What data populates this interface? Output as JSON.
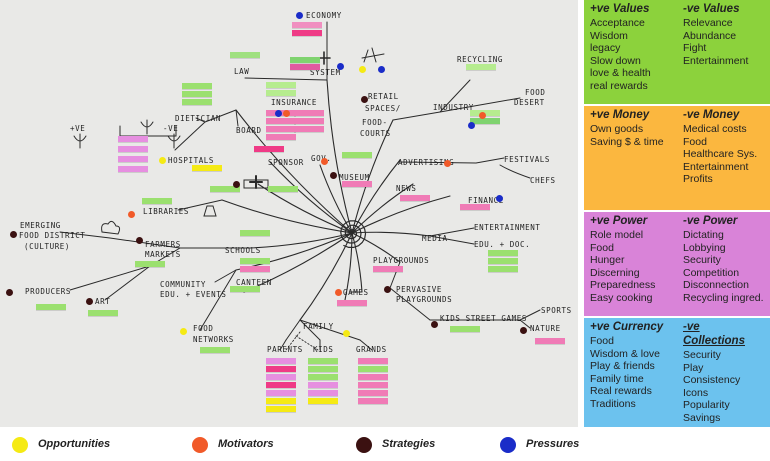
{
  "board": {
    "center_label": "",
    "labels": [
      {
        "id": "economy",
        "text": "ECONOMY"
      },
      {
        "id": "system",
        "text": "SYSTEM"
      },
      {
        "id": "law",
        "text": "LAW"
      },
      {
        "id": "insurance",
        "text": "INSURANCE"
      },
      {
        "id": "retail",
        "text": "RETAIL"
      },
      {
        "id": "spaces",
        "text": "SPACES/"
      },
      {
        "id": "foodcourts1",
        "text": "FOOD-"
      },
      {
        "id": "foodcourts2",
        "text": "COURTS"
      },
      {
        "id": "recycling",
        "text": "RECYCLING"
      },
      {
        "id": "industry",
        "text": "INDUSTRY"
      },
      {
        "id": "fooddesert1",
        "text": "FOOD"
      },
      {
        "id": "fooddesert2",
        "text": "DESERT"
      },
      {
        "id": "dietician",
        "text": "DIETICIAN"
      },
      {
        "id": "board",
        "text": "BOARD"
      },
      {
        "id": "hospitals",
        "text": "HOSPITALS"
      },
      {
        "id": "sponsor",
        "text": "SPONSOR"
      },
      {
        "id": "gov",
        "text": "GOV."
      },
      {
        "id": "museum",
        "text": "MUSEUM"
      },
      {
        "id": "advertising",
        "text": "ADVERTISING"
      },
      {
        "id": "festivals",
        "text": "FESTIVALS"
      },
      {
        "id": "chefs",
        "text": "CHEFS"
      },
      {
        "id": "news",
        "text": "NEWS"
      },
      {
        "id": "finance",
        "text": "FINANCE"
      },
      {
        "id": "libraries",
        "text": "LIBRARIES"
      },
      {
        "id": "emerging1",
        "text": "EMERGING"
      },
      {
        "id": "emerging2",
        "text": "FOOD DISTRICT"
      },
      {
        "id": "emerging3",
        "text": "(CULTURE)"
      },
      {
        "id": "farmers1",
        "text": "FARMERS"
      },
      {
        "id": "farmers2",
        "text": "MARKETS"
      },
      {
        "id": "schools",
        "text": "SCHOOLS"
      },
      {
        "id": "media",
        "text": "MEDIA"
      },
      {
        "id": "entertainment",
        "text": "ENTERTAINMENT"
      },
      {
        "id": "edudoc",
        "text": "EDU. + DOC."
      },
      {
        "id": "playgrounds",
        "text": "PLAYGROUNDS"
      },
      {
        "id": "producers",
        "text": "PRODUCERS"
      },
      {
        "id": "art",
        "text": "ART"
      },
      {
        "id": "community1",
        "text": "COMMUNITY"
      },
      {
        "id": "community2",
        "text": "EDU. + EVENTS"
      },
      {
        "id": "canteen",
        "text": "CANTEEN"
      },
      {
        "id": "games",
        "text": "GAMES"
      },
      {
        "id": "pervasive1",
        "text": "PERVASIVE"
      },
      {
        "id": "pervasive2",
        "text": "PLAYGROUNDS"
      },
      {
        "id": "sports",
        "text": "SPORTS"
      },
      {
        "id": "kidsstreet",
        "text": "KIDS STREET GAMES"
      },
      {
        "id": "nature",
        "text": "NATURE"
      },
      {
        "id": "foodnet1",
        "text": "FOOD"
      },
      {
        "id": "foodnet2",
        "text": "NETWORKS"
      },
      {
        "id": "family",
        "text": "FAMILY"
      },
      {
        "id": "parents",
        "text": "PARENTS"
      },
      {
        "id": "kids",
        "text": "KIDS"
      },
      {
        "id": "grands",
        "text": "GRANDS"
      },
      {
        "id": "plusve",
        "text": "+VE"
      },
      {
        "id": "minusve",
        "text": "-VE"
      }
    ]
  },
  "categories": [
    {
      "id": "pos-values",
      "heading": "+ve Values",
      "items": [
        "Acceptance",
        "Wisdom",
        "legacy",
        "Slow down",
        "love & health",
        "real rewards"
      ],
      "color": "#8cd23c"
    },
    {
      "id": "neg-values",
      "heading": "-ve Values",
      "items": [
        "Relevance",
        "Abundance",
        "Fight",
        "Entertainment"
      ],
      "color": "#8cd23c"
    },
    {
      "id": "pos-money",
      "heading": "+ve Money",
      "items": [
        "Own goods",
        "Saving $ & time"
      ],
      "color": "#fbb73f"
    },
    {
      "id": "neg-money",
      "heading": "-ve Money",
      "items": [
        "Medical costs",
        "Food",
        "Healthcare Sys.",
        "Entertainment",
        "Profits"
      ],
      "color": "#fbb73f"
    },
    {
      "id": "pos-power",
      "heading": "+ve Power",
      "items": [
        "Role model",
        "Food",
        "Hunger",
        "Discerning",
        "Preparedness",
        "Easy cooking"
      ],
      "color": "#d983d8"
    },
    {
      "id": "neg-power",
      "heading": "-ve Power",
      "items": [
        "Dictating",
        "Lobbying",
        "Security",
        "Competition",
        "Disconnection",
        "Recycling ingred."
      ],
      "color": "#d983d8"
    },
    {
      "id": "pos-currency",
      "heading": "+ve Currency",
      "items": [
        "Food",
        "Wisdom & love",
        "Play & friends",
        "Family time",
        "Real rewards",
        "Traditions"
      ],
      "color": "#6cc2ee"
    },
    {
      "id": "neg-collections",
      "heading": "-ve Collections",
      "items": [
        "Security",
        "Play",
        "Consistency",
        "Icons",
        "Popularity",
        "Savings"
      ],
      "color": "#6cc2ee"
    }
  ],
  "legend": [
    {
      "label": "Opportunities",
      "color": "#f5ea14"
    },
    {
      "label": "Motivators",
      "color": "#f15a29"
    },
    {
      "label": "Strategies",
      "color": "#3b1111"
    },
    {
      "label": "Pressures",
      "color": "#1a2cc8"
    }
  ]
}
